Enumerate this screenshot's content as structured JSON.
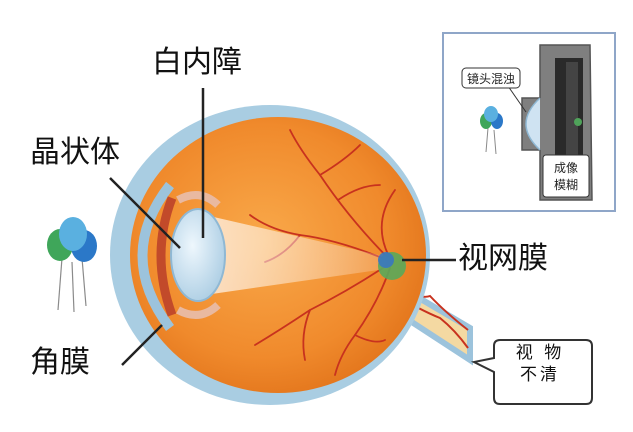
{
  "labels": {
    "cataract": "白内障",
    "lens": "晶状体",
    "cornea": "角膜",
    "retina": "视网膜"
  },
  "callout": {
    "line1": "视 物",
    "line2": "不清"
  },
  "inset": {
    "lens_cloudy": "镜头混浊",
    "image_line1": "成像",
    "image_line2": "模糊"
  },
  "colors": {
    "eye_orange": "#f08a2c",
    "sclera_blue": "#a9cde2",
    "lens_blue": "#c9e2f2",
    "vessel_red": "#c8321e",
    "optic_nerve": "#f4d9a2"
  },
  "icons": {
    "balloons": "balloons-icon",
    "camera": "camera-icon"
  }
}
